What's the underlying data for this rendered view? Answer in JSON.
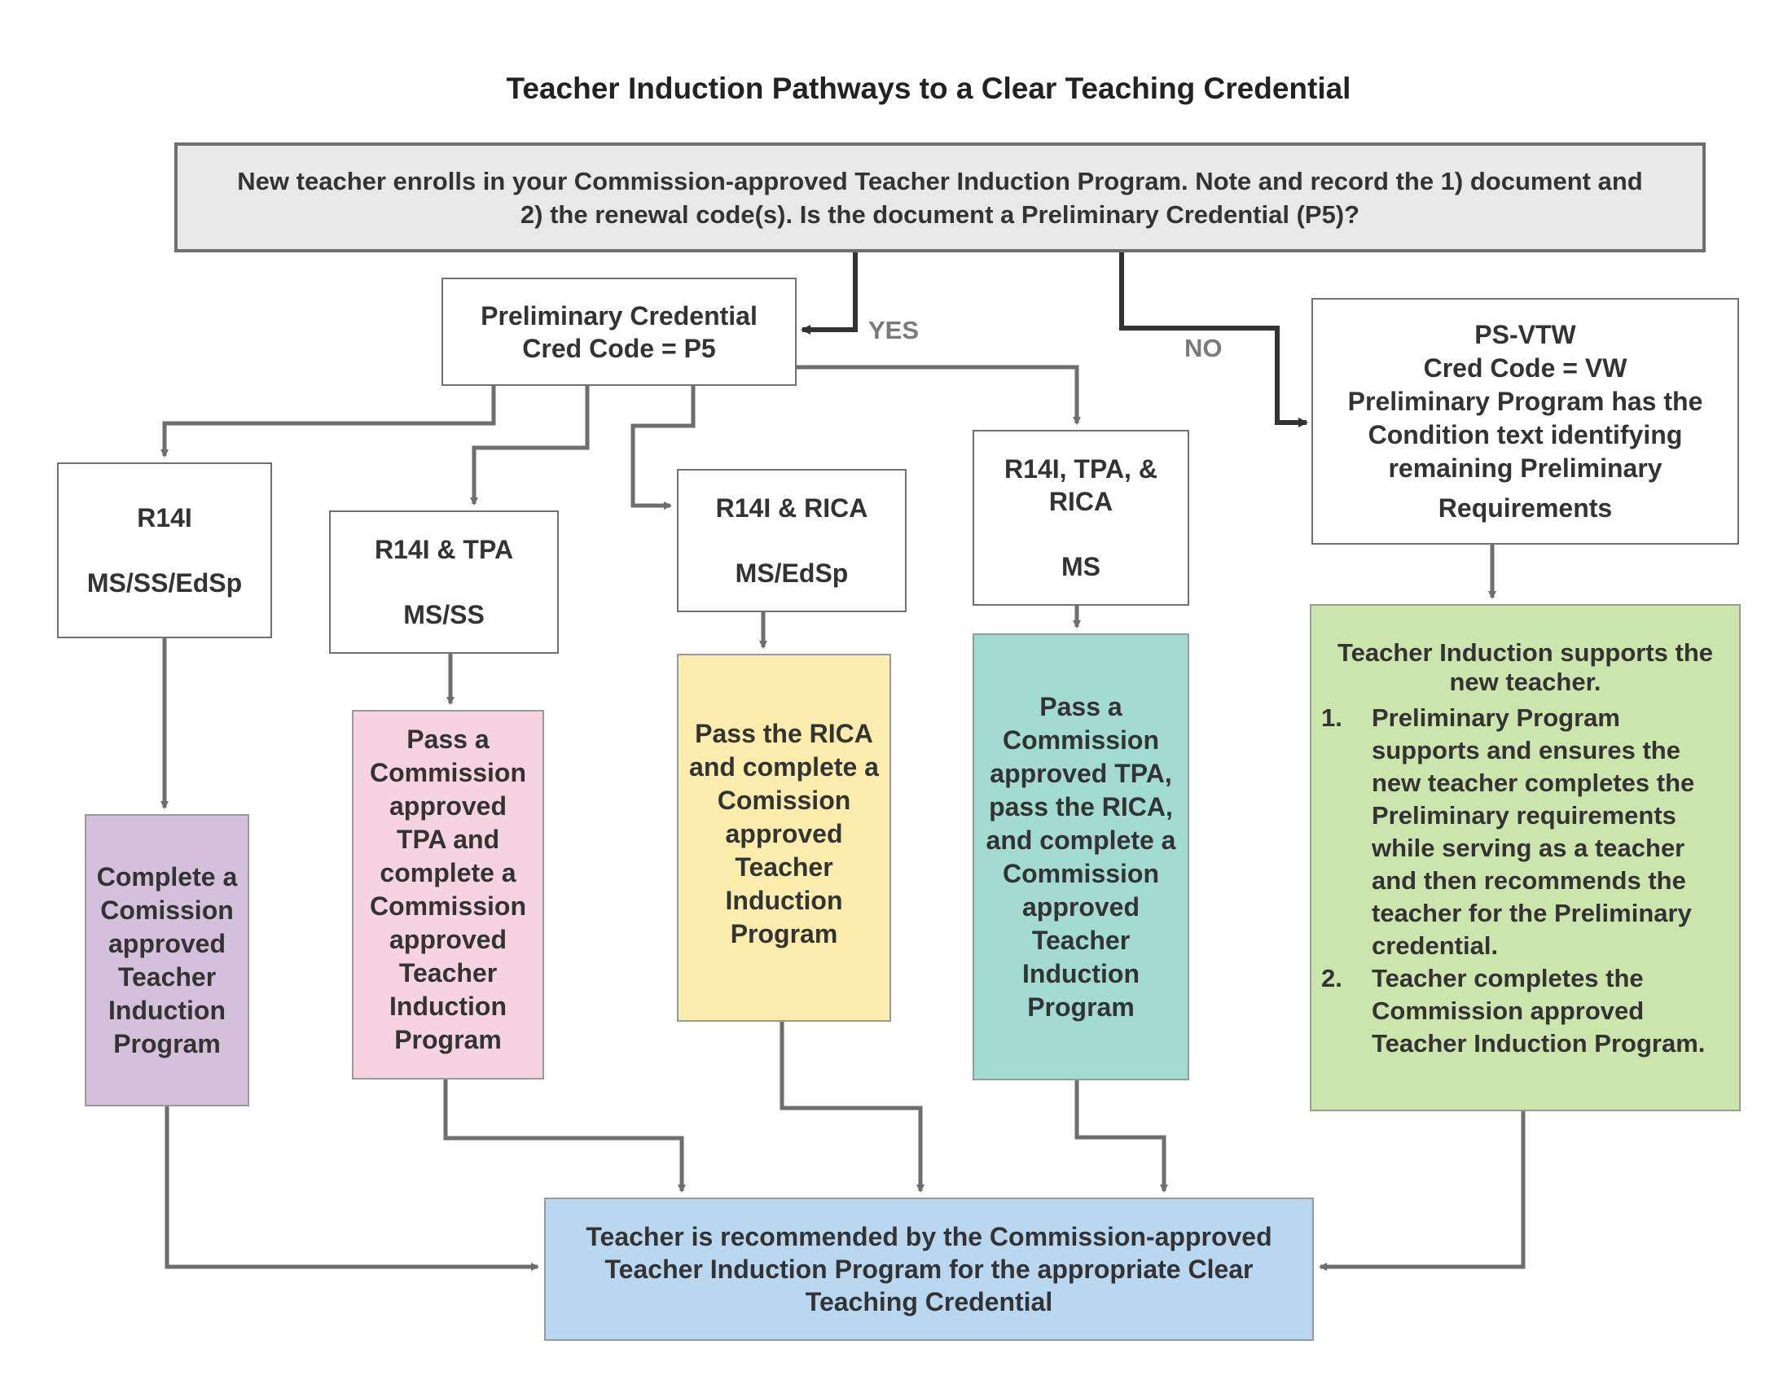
{
  "title": "Teacher Induction Pathways to a Clear Teaching Credential",
  "start": {
    "lines": [
      "New teacher enrolls in your Commission-approved Teacher Induction Program. Note and record the 1) document and",
      "2) the renewal code(s).  Is the document a Preliminary Credential (P5)?"
    ]
  },
  "edge_labels": {
    "yes": "YES",
    "no": "NO"
  },
  "preliminary": {
    "lines": [
      "Preliminary Credential",
      "Cred Code = P5"
    ]
  },
  "ps_vtw": {
    "lines": [
      "PS-VTW",
      "Cred Code = VW",
      "Preliminary Program has the",
      "Condition text identifying",
      "remaining Preliminary",
      "Requirements"
    ]
  },
  "pathways": [
    {
      "codes": "R14I",
      "subjects": "MS/SS/EdSp",
      "action_lines": [
        "Complete a",
        "Comission",
        "approved",
        "Teacher",
        "Induction",
        "Program"
      ],
      "color": "#d4c0da"
    },
    {
      "codes": "R14I & TPA",
      "subjects": "MS/SS",
      "action_lines": [
        "Pass a",
        "Commission",
        "approved",
        "TPA and",
        "complete a",
        "Commission",
        "approved",
        "Teacher",
        "Induction",
        "Program"
      ],
      "color": "#f6d3e1"
    },
    {
      "codes": "R14I & RICA",
      "subjects": "MS/EdSp",
      "action_lines": [
        "Pass the RICA",
        "and complete a",
        "Comission",
        "approved",
        "Teacher",
        "Induction",
        "Program"
      ],
      "color": "#fdedac"
    },
    {
      "codes_lines": [
        "R14I, TPA, &",
        "RICA"
      ],
      "subjects": "MS",
      "action_lines": [
        "Pass a",
        "Commission",
        "approved TPA,",
        "pass the RICA,",
        "and complete a",
        "Commission",
        "approved",
        "Teacher",
        "Induction",
        "Program"
      ],
      "color": "#a2dbd1"
    }
  ],
  "support": {
    "head_lines": [
      "Teacher Induction supports the",
      "new teacher."
    ],
    "items": [
      {
        "num": "1.",
        "lines": [
          "Preliminary Program",
          "supports and ensures the",
          "new teacher completes the",
          "Preliminary requirements",
          "while serving as a teacher",
          "and then recommends the",
          "teacher for the Preliminary",
          "credential."
        ]
      },
      {
        "num": "2.",
        "lines": [
          "Teacher completes the",
          "Commission approved",
          "Teacher Induction Program."
        ]
      }
    ],
    "color": "#cce5ad"
  },
  "final": {
    "lines": [
      "Teacher is recommended by the Commission-approved",
      "Teacher Induction Program for the appropriate Clear",
      "Teaching Credential"
    ],
    "color": "#b9d8ef"
  },
  "connector_color": "#6e6e6e",
  "decision_connector_color": "#333333"
}
